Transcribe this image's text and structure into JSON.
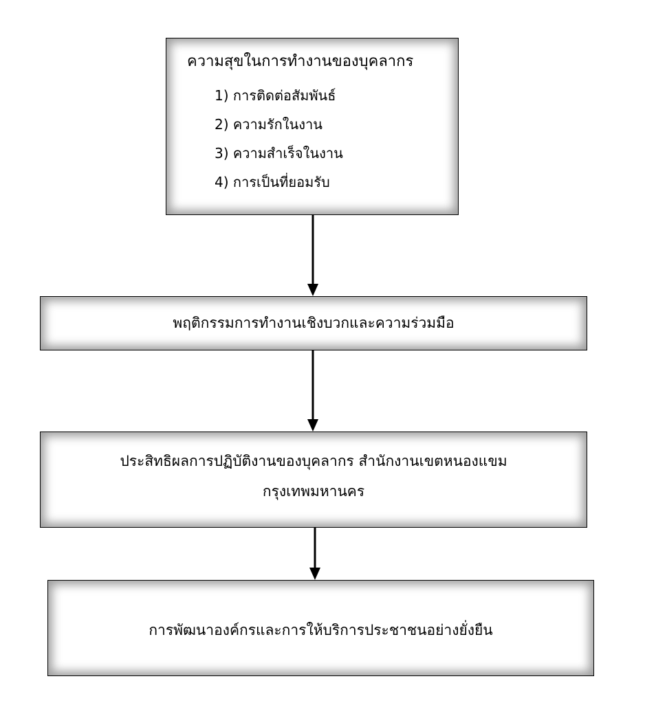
{
  "boxes": {
    "happiness": {
      "title": "ความสุขในการทำงานของบุคลากร",
      "items": [
        "1) การติดต่อสัมพันธ์",
        "2) ความรักในงาน",
        "3) ความสำเร็จในงาน",
        "4) การเป็นที่ยอมรับ"
      ]
    },
    "behavior": {
      "text": "พฤติกรรมการทำงานเชิงบวกและความร่วมมือ"
    },
    "effectiveness": {
      "line1": "ประสิทธิผลการปฏิบัติงานของบุคลากร สำนักงานเขตหนองแขม",
      "line2": "กรุงเทพมหานคร"
    },
    "development": {
      "text": "การพัฒนาองค์กรและการให้บริการประชาชนอย่างยั่งยืน"
    }
  },
  "colors": {
    "stroke": "#000000",
    "background": "#ffffff"
  }
}
